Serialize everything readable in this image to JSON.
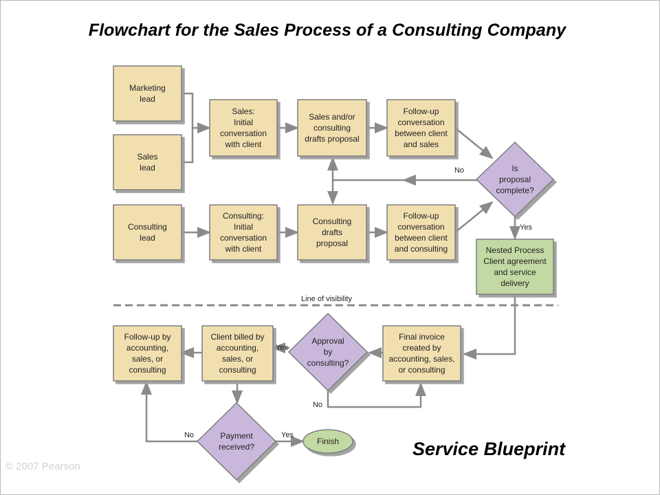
{
  "title": "Flowchart for the Sales Process of a Consulting Company",
  "subtitle": "Service Blueprint",
  "copyright": "© 2007 Pearson",
  "colors": {
    "process": "#f2dfb0",
    "decision": "#c9b8dc",
    "nested": "#c3d9a3",
    "terminal": "#c3d9a3"
  },
  "nodes": [
    {
      "id": "marketing-lead",
      "lines": [
        "Marketing",
        "lead"
      ]
    },
    {
      "id": "sales-lead",
      "lines": [
        "Sales",
        "lead"
      ]
    },
    {
      "id": "consulting-lead",
      "lines": [
        "Consulting",
        "lead"
      ]
    },
    {
      "id": "sales-initial",
      "lines": [
        "Sales:",
        "Initial",
        "conversation",
        "with client"
      ]
    },
    {
      "id": "consulting-initial",
      "lines": [
        "Consulting:",
        "Initial",
        "conversation",
        "with client"
      ]
    },
    {
      "id": "sales-drafts",
      "lines": [
        "Sales and/or",
        "consulting",
        "drafts proposal"
      ]
    },
    {
      "id": "consulting-drafts",
      "lines": [
        "Consulting",
        "drafts",
        "proposal"
      ]
    },
    {
      "id": "followup-sales",
      "lines": [
        "Follow-up",
        "conversation",
        "between client",
        "and sales"
      ]
    },
    {
      "id": "followup-consulting",
      "lines": [
        "Follow-up",
        "conversation",
        "between client",
        "and consulting"
      ]
    },
    {
      "id": "proposal-complete",
      "lines": [
        "Is",
        "proposal",
        "complete?"
      ]
    },
    {
      "id": "nested-process",
      "lines": [
        "Nested Process",
        "Client agreement",
        "and service",
        "delivery"
      ]
    },
    {
      "id": "final-invoice",
      "lines": [
        "Final invoice",
        "created by",
        "accounting, sales,",
        "or consulting"
      ]
    },
    {
      "id": "approval",
      "lines": [
        "Approval",
        "by",
        "consulting?"
      ]
    },
    {
      "id": "client-billed",
      "lines": [
        "Client billed by",
        "accounting,",
        "sales, or",
        "consulting"
      ]
    },
    {
      "id": "followup-accounting",
      "lines": [
        "Follow-up by",
        "accounting,",
        "sales, or",
        "consulting"
      ]
    },
    {
      "id": "payment-received",
      "lines": [
        "Payment",
        "received?"
      ]
    },
    {
      "id": "finish",
      "lines": [
        "Finish"
      ]
    }
  ],
  "labels": {
    "no_proposal": "No",
    "yes_proposal": "Yes",
    "line_of_visibility": "Line of visibility",
    "yes_approval": "Yes",
    "no_approval": "No",
    "no_payment": "No",
    "yes_payment": "Yes"
  }
}
